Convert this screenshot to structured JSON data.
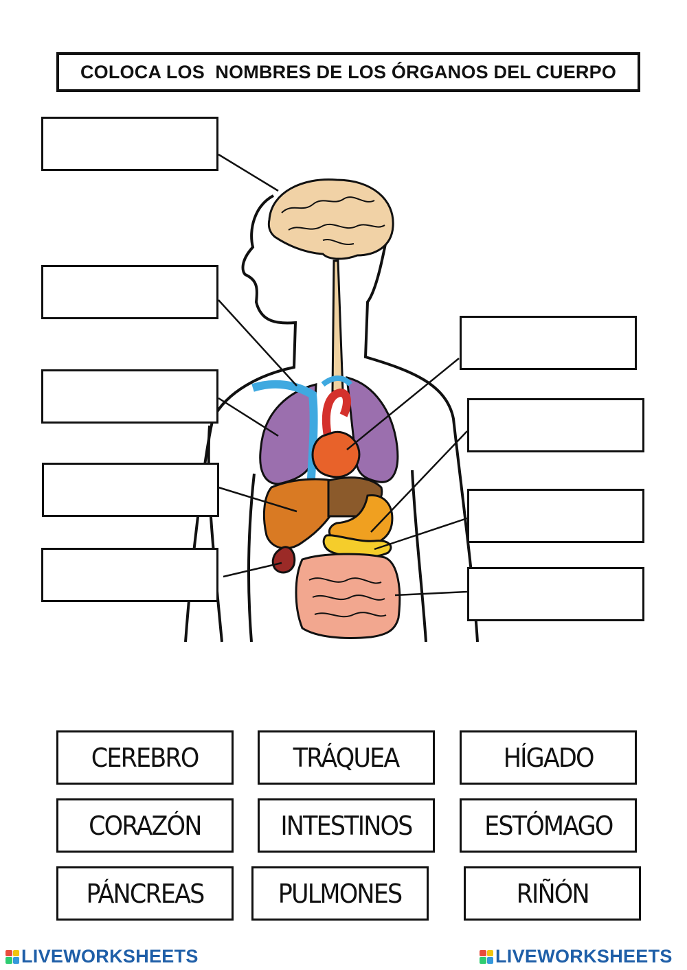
{
  "title": "COLOCA LOS  NOMBRES DE LOS ÓRGANOS DEL CUERPO",
  "words": [
    "CEREBRO",
    "TRÁQUEA",
    "HÍGADO",
    "CORAZÓN",
    "INTESTINOS",
    "ESTÓMAGO",
    "PÁNCREAS",
    "PULMONES",
    "RIÑÓN"
  ],
  "footer": {
    "brand": "LIVEWORKSHEETS"
  },
  "colors": {
    "brain": "#f1d2a6",
    "lungs": "#9b6fae",
    "heart": "#e8622a",
    "aorta": "#d4312c",
    "vessels": "#3fa9e0",
    "liver": "#d97a23",
    "liver_dark": "#8b5a2b",
    "stomach": "#f0a020",
    "pancreas": "#f5cd2b",
    "kidney": "#9b2a27",
    "intestines": "#f2a78f",
    "trachea": "#efd1a0",
    "brand": "#1f5fa8"
  }
}
